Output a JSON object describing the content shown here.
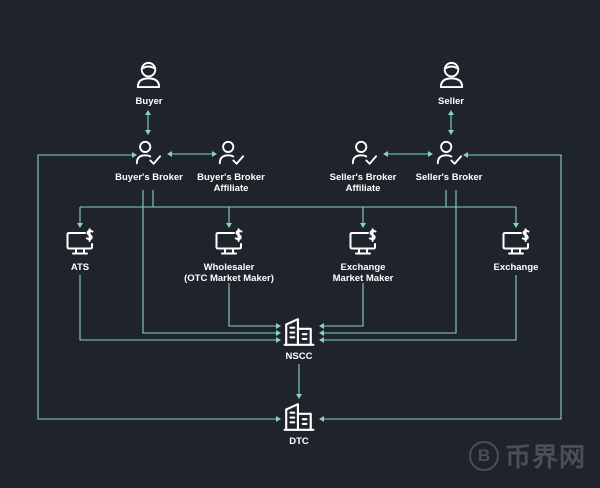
{
  "nodes": {
    "buyer": {
      "label": "Buyer",
      "icon": "user-icon"
    },
    "seller": {
      "label": "Seller",
      "icon": "user-icon"
    },
    "buyers_broker": {
      "label": "Buyer's Broker",
      "icon": "user-check-icon"
    },
    "buyers_broker_affiliate": {
      "label": "Buyer's Broker\nAffiliate",
      "icon": "user-check-icon"
    },
    "sellers_broker_affiliate": {
      "label": "Seller's Broker\nAffiliate",
      "icon": "user-check-icon"
    },
    "sellers_broker": {
      "label": "Seller's Broker",
      "icon": "user-check-icon"
    },
    "ats": {
      "label": "ATS",
      "icon": "monitor-dollar-icon"
    },
    "wholesaler": {
      "label": "Wholesaler\n(OTC Market Maker)",
      "icon": "monitor-dollar-icon"
    },
    "exchange_market_maker": {
      "label": "Exchange\nMarket Maker",
      "icon": "monitor-dollar-icon"
    },
    "exchange": {
      "label": "Exchange",
      "icon": "monitor-dollar-icon"
    },
    "nscc": {
      "label": "NSCC",
      "icon": "building-icon"
    },
    "dtc": {
      "label": "DTC",
      "icon": "building-icon"
    }
  },
  "watermark": {
    "symbol": "B",
    "text": "币界网"
  },
  "colors": {
    "background": "#1f232b",
    "connector": "#86d3be",
    "icon": "#ffffff"
  }
}
